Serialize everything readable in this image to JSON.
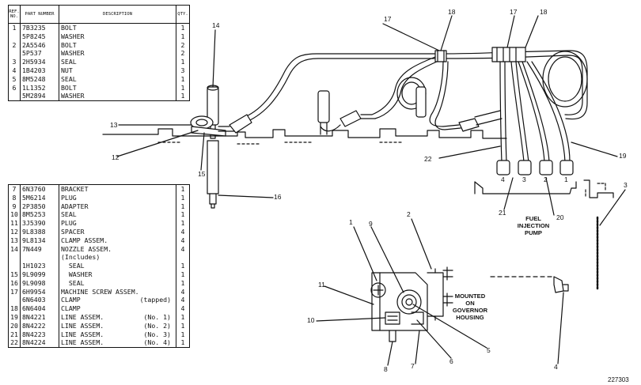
{
  "table_top": {
    "headers": {
      "ref": "REF. NO.",
      "part": "PART NUMBER",
      "desc": "DESCRIPTION",
      "qty": "QTY."
    },
    "rows": [
      {
        "ref": "1",
        "part": "7B3235",
        "desc": "BOLT",
        "qty": "1"
      },
      {
        "ref": "",
        "part": "5P8245",
        "desc": "WASHER",
        "qty": "1"
      },
      {
        "ref": "2",
        "part": "2A5546",
        "desc": "BOLT",
        "qty": "2"
      },
      {
        "ref": "",
        "part": "5P537",
        "desc": "WASHER",
        "qty": "2"
      },
      {
        "ref": "3",
        "part": "2H5934",
        "desc": "SEAL",
        "qty": "1"
      },
      {
        "ref": "4",
        "part": "1B4203",
        "desc": "NUT",
        "qty": "3"
      },
      {
        "ref": "5",
        "part": "8M5248",
        "desc": "SEAL",
        "qty": "1"
      },
      {
        "ref": "6",
        "part": "1L1352",
        "desc": "BOLT",
        "qty": "1"
      },
      {
        "ref": "",
        "part": "5M2894",
        "desc": "WASHER",
        "qty": "1"
      }
    ]
  },
  "table_bottom": {
    "rows": [
      {
        "ref": "7",
        "part": "6N3760",
        "desc": "BRACKET",
        "note": "",
        "qty": "1"
      },
      {
        "ref": "8",
        "part": "5M6214",
        "desc": "PLUG",
        "note": "",
        "qty": "1"
      },
      {
        "ref": "9",
        "part": "2P3850",
        "desc": "ADAPTER",
        "note": "",
        "qty": "1"
      },
      {
        "ref": "10",
        "part": "8M5253",
        "desc": "SEAL",
        "note": "",
        "qty": "1"
      },
      {
        "ref": "11",
        "part": "3J5390",
        "desc": "PLUG",
        "note": "",
        "qty": "1"
      },
      {
        "ref": "12",
        "part": "9L8388",
        "desc": "SPACER",
        "note": "",
        "qty": "4"
      },
      {
        "ref": "13",
        "part": "9L8134",
        "desc": "CLAMP ASSEM.",
        "note": "",
        "qty": "4"
      },
      {
        "ref": "14",
        "part": "7N449",
        "desc": "NOZZLE ASSEM.",
        "note": "",
        "qty": "4"
      },
      {
        "ref": "",
        "part": "",
        "desc": "(Includes)",
        "note": "",
        "qty": ""
      },
      {
        "ref": "",
        "part": "1H1023",
        "desc": "  SEAL",
        "note": "",
        "qty": "1"
      },
      {
        "ref": "15",
        "part": "9L9099",
        "desc": "  WASHER",
        "note": "",
        "qty": "1"
      },
      {
        "ref": "16",
        "part": "9L9098",
        "desc": "  SEAL",
        "note": "",
        "qty": "1"
      },
      {
        "ref": "17",
        "part": "6H9954",
        "desc": "MACHINE SCREW ASSEM.",
        "note": "",
        "qty": "4"
      },
      {
        "ref": "",
        "part": "6N6403",
        "desc": "CLAMP",
        "note": "(tapped)",
        "qty": "4"
      },
      {
        "ref": "18",
        "part": "6N6404",
        "desc": "CLAMP",
        "note": "",
        "qty": "4"
      },
      {
        "ref": "19",
        "part": "8N4221",
        "desc": "LINE ASSEM.",
        "note": "(No. 1)",
        "qty": "1"
      },
      {
        "ref": "20",
        "part": "8N4222",
        "desc": "LINE ASSEM.",
        "note": "(No. 2)",
        "qty": "1"
      },
      {
        "ref": "21",
        "part": "8N4223",
        "desc": "LINE ASSEM.",
        "note": "(No. 3)",
        "qty": "1"
      },
      {
        "ref": "22",
        "part": "8N4224",
        "desc": "LINE ASSEM.",
        "note": "(No. 4)",
        "qty": "1"
      }
    ]
  },
  "callouts": [
    "1",
    "2",
    "3",
    "4",
    "5",
    "6",
    "7",
    "8",
    "9",
    "10",
    "11",
    "12",
    "13",
    "14",
    "15",
    "16",
    "17",
    "18",
    "17",
    "18",
    "19",
    "20",
    "21",
    "22"
  ],
  "notes": {
    "fuel_pump": "FUEL\nINJECTION\nPUMP",
    "governor": "MOUNTED\nON\nGOVERNOR\nHOUSING"
  },
  "pump_outlets": [
    "4",
    "3",
    "2",
    "1"
  ],
  "figure_number": "227303"
}
